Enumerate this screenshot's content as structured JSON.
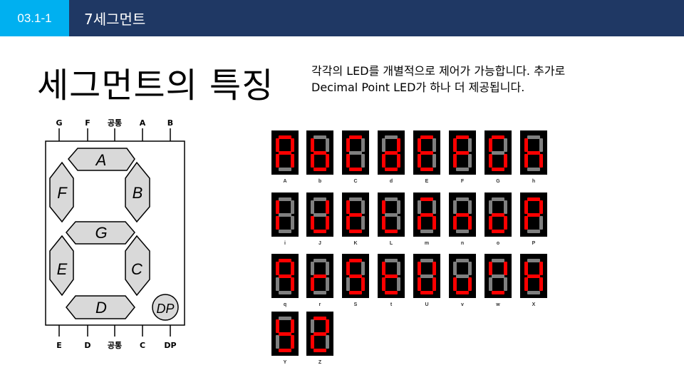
{
  "header": {
    "section_number": "03.1-1",
    "title": "7세그먼트"
  },
  "slide": {
    "title": "세그먼트의 특징",
    "description_line1": "각각의 LED를 개별적으로 제어가 가능합니다. 추가로",
    "description_line2": "Decimal Point LED가 하나 더 제공됩니다."
  },
  "diagram": {
    "top_pins": [
      "G",
      "F",
      "공통",
      "A",
      "B"
    ],
    "bottom_pins": [
      "E",
      "D",
      "공통",
      "C",
      "DP"
    ],
    "segments": {
      "a": "A",
      "b": "B",
      "c": "C",
      "d": "D",
      "e": "E",
      "f": "F",
      "g": "G",
      "dp": "DP"
    }
  },
  "displays": [
    {
      "label": "A",
      "on": "abcefg"
    },
    {
      "label": "b",
      "on": "cdefg"
    },
    {
      "label": "C",
      "on": "adef"
    },
    {
      "label": "d",
      "on": "bcdeg"
    },
    {
      "label": "E",
      "on": "adefg"
    },
    {
      "label": "F",
      "on": "aefg"
    },
    {
      "label": "G",
      "on": "acdef"
    },
    {
      "label": "h",
      "on": "cefg"
    },
    {
      "label": "i",
      "on": "ef"
    },
    {
      "label": "J",
      "on": "bcde"
    },
    {
      "label": "K",
      "on": "defg"
    },
    {
      "label": "L",
      "on": "def"
    },
    {
      "label": "m",
      "on": "aceg"
    },
    {
      "label": "n",
      "on": "ceg"
    },
    {
      "label": "o",
      "on": "cdeg"
    },
    {
      "label": "P",
      "on": "abefg"
    },
    {
      "label": "q",
      "on": "abcfg"
    },
    {
      "label": "r",
      "on": "eg"
    },
    {
      "label": "S",
      "on": "acdfg"
    },
    {
      "label": "t",
      "on": "defg"
    },
    {
      "label": "U",
      "on": "bcdef"
    },
    {
      "label": "v",
      "on": "cde"
    },
    {
      "label": "w",
      "on": "bdf"
    },
    {
      "label": "X",
      "on": "bcefg"
    },
    {
      "label": "Y",
      "on": "bcdfg"
    },
    {
      "label": "Z",
      "on": "abdeg"
    }
  ],
  "colors": {
    "header_bar": "#1f3864",
    "section_tab": "#00b0f0",
    "segment_on": "#ff0000",
    "segment_off": "#7f7f7f",
    "display_body": "#000000"
  }
}
